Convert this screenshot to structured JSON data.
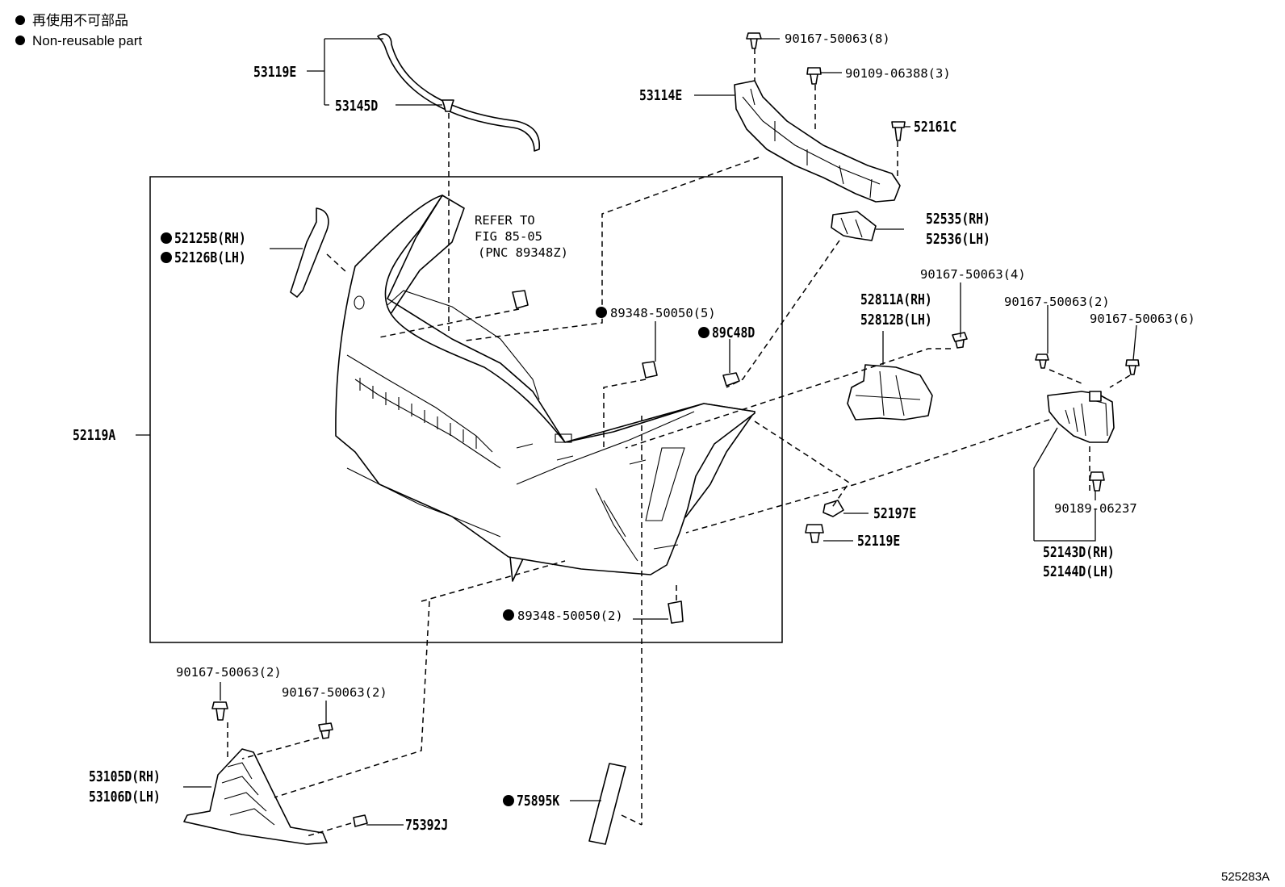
{
  "legend": {
    "jp": "再使用不可部品",
    "en": "Non-reusable part"
  },
  "diagram_code": "525283A",
  "note": {
    "line1": "REFER TO",
    "line2": "FIG 85-05",
    "line3": "(PNC 89348Z)"
  },
  "labels": {
    "l_53119E": "53119E",
    "l_53145D": "53145D",
    "l_90167_8": "90167-50063(8)",
    "l_90109_3": "90109-06388(3)",
    "l_53114E": "53114E",
    "l_52161C": "52161C",
    "l_52125B": "52125B(RH)",
    "l_52126B": "52126B(LH)",
    "l_52535": "52535(RH)",
    "l_52536": "52536(LH)",
    "l_90167_4": "90167-50063(4)",
    "l_52811A": "52811A(RH)",
    "l_52812B": "52812B(LH)",
    "l_90167_2a": "90167-50063(2)",
    "l_90167_6": "90167-50063(6)",
    "l_89348_5": "89348-50050(5)",
    "l_89C48D": "89C48D",
    "l_52119A": "52119A",
    "l_52197E": "52197E",
    "l_52119E": "52119E",
    "l_90189": "90189-06237",
    "l_52143D": "52143D(RH)",
    "l_52144D": "52144D(LH)",
    "l_89348_2": "89348-50050(2)",
    "l_90167_2b": "90167-50063(2)",
    "l_90167_2c": "90167-50063(2)",
    "l_53105D": "53105D(RH)",
    "l_53106D": "53106D(LH)",
    "l_75392J": "75392J",
    "l_75895K": "75895K"
  }
}
